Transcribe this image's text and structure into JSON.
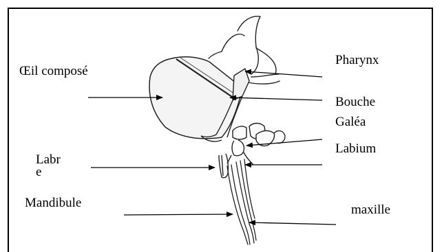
{
  "diagram": {
    "labels": {
      "oeil_compose": "Œil composé",
      "pharynx": "Pharynx",
      "bouche": "Bouche",
      "galea": "Galéa",
      "labre_line1": "Labr",
      "labre_line2": "e",
      "labium": "Labium",
      "mandibule": "Mandibule",
      "maxille": "maxille"
    },
    "colors": {
      "line": "#000000",
      "background": "#ffffff",
      "eye_fill": "#f4f4f4",
      "outline": "#222222"
    }
  }
}
